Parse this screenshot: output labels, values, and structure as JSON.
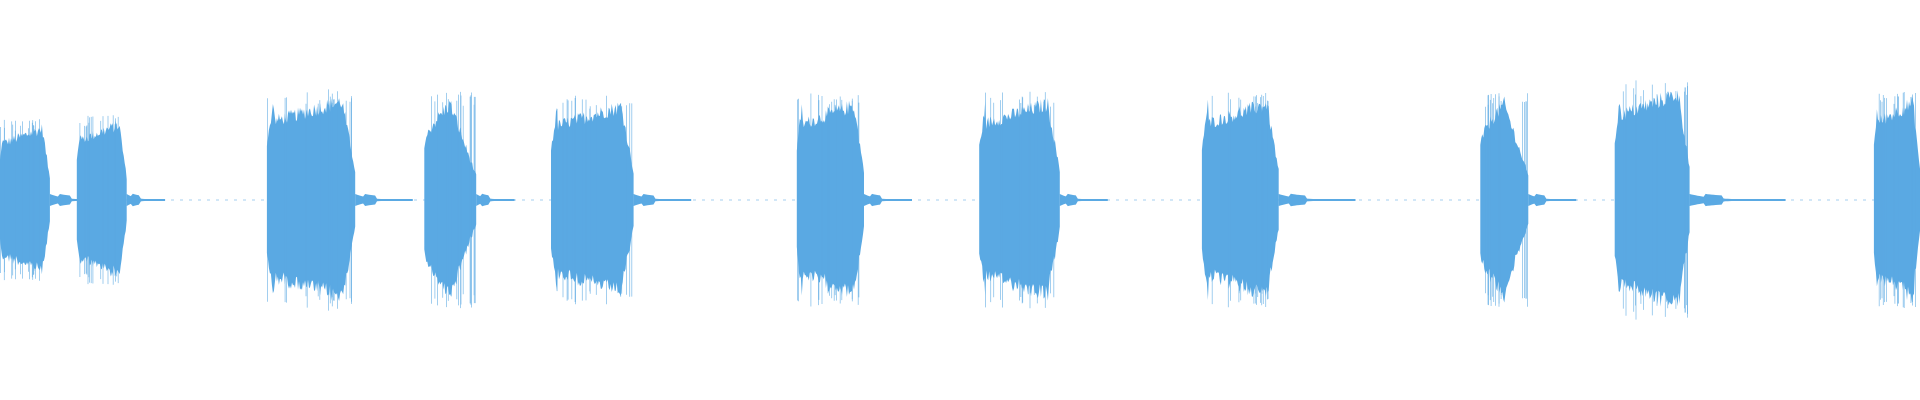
{
  "waveform": {
    "color": "#5aa9e3",
    "background": "#ffffff",
    "amplitude_scale": 1.0,
    "bursts": [
      {
        "start": 0.0,
        "end": 0.026,
        "peak": 0.55,
        "shape": "plateau",
        "tail": 0.03
      },
      {
        "start": 0.04,
        "end": 0.066,
        "peak": 0.58,
        "shape": "plateau",
        "tail": 0.02
      },
      {
        "start": 0.139,
        "end": 0.185,
        "peak": 0.76,
        "shape": "plateau",
        "tail": 0.03
      },
      {
        "start": 0.221,
        "end": 0.248,
        "peak": 0.74,
        "shape": "spiky",
        "tail": 0.02
      },
      {
        "start": 0.287,
        "end": 0.33,
        "peak": 0.72,
        "shape": "plateau",
        "tail": 0.03
      },
      {
        "start": 0.415,
        "end": 0.45,
        "peak": 0.73,
        "shape": "plateau",
        "tail": 0.025
      },
      {
        "start": 0.51,
        "end": 0.552,
        "peak": 0.74,
        "shape": "plateau",
        "tail": 0.025
      },
      {
        "start": 0.626,
        "end": 0.666,
        "peak": 0.74,
        "shape": "plateau",
        "tail": 0.04
      },
      {
        "start": 0.771,
        "end": 0.796,
        "peak": 0.74,
        "shape": "spiky",
        "tail": 0.025
      },
      {
        "start": 0.841,
        "end": 0.88,
        "peak": 0.82,
        "shape": "plateau",
        "tail": 0.05
      },
      {
        "start": 0.976,
        "end": 1.0,
        "peak": 0.75,
        "shape": "plateau",
        "tail": 0.0
      }
    ]
  }
}
